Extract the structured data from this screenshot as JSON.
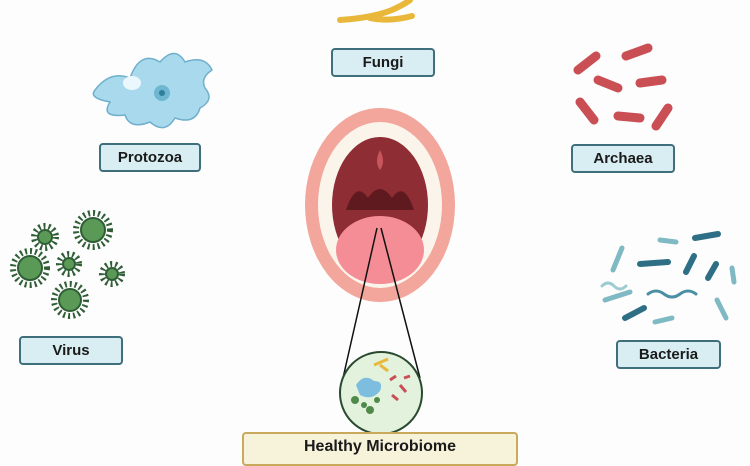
{
  "labels": {
    "fungi": "Fungi",
    "protozoa": "Protozoa",
    "archaea": "Archaea",
    "virus": "Virus",
    "bacteria": "Bacteria",
    "healthy_microbiome": "Healthy Microbiome"
  },
  "colors": {
    "label_fill": "#d8eef3",
    "label_border": "#3f6f7a",
    "highlight_fill": "#f7f2da",
    "highlight_border": "#c9a95c",
    "fungi": "#f0c64a",
    "protozoa": "#9fd3e6",
    "archaea": "#d25a5a",
    "virus": "#4f8a4a",
    "bacteria": "#5a9aa8",
    "lips": "#f3a39a",
    "throat": "#8b2a2e",
    "tongue": "#f08a92"
  }
}
